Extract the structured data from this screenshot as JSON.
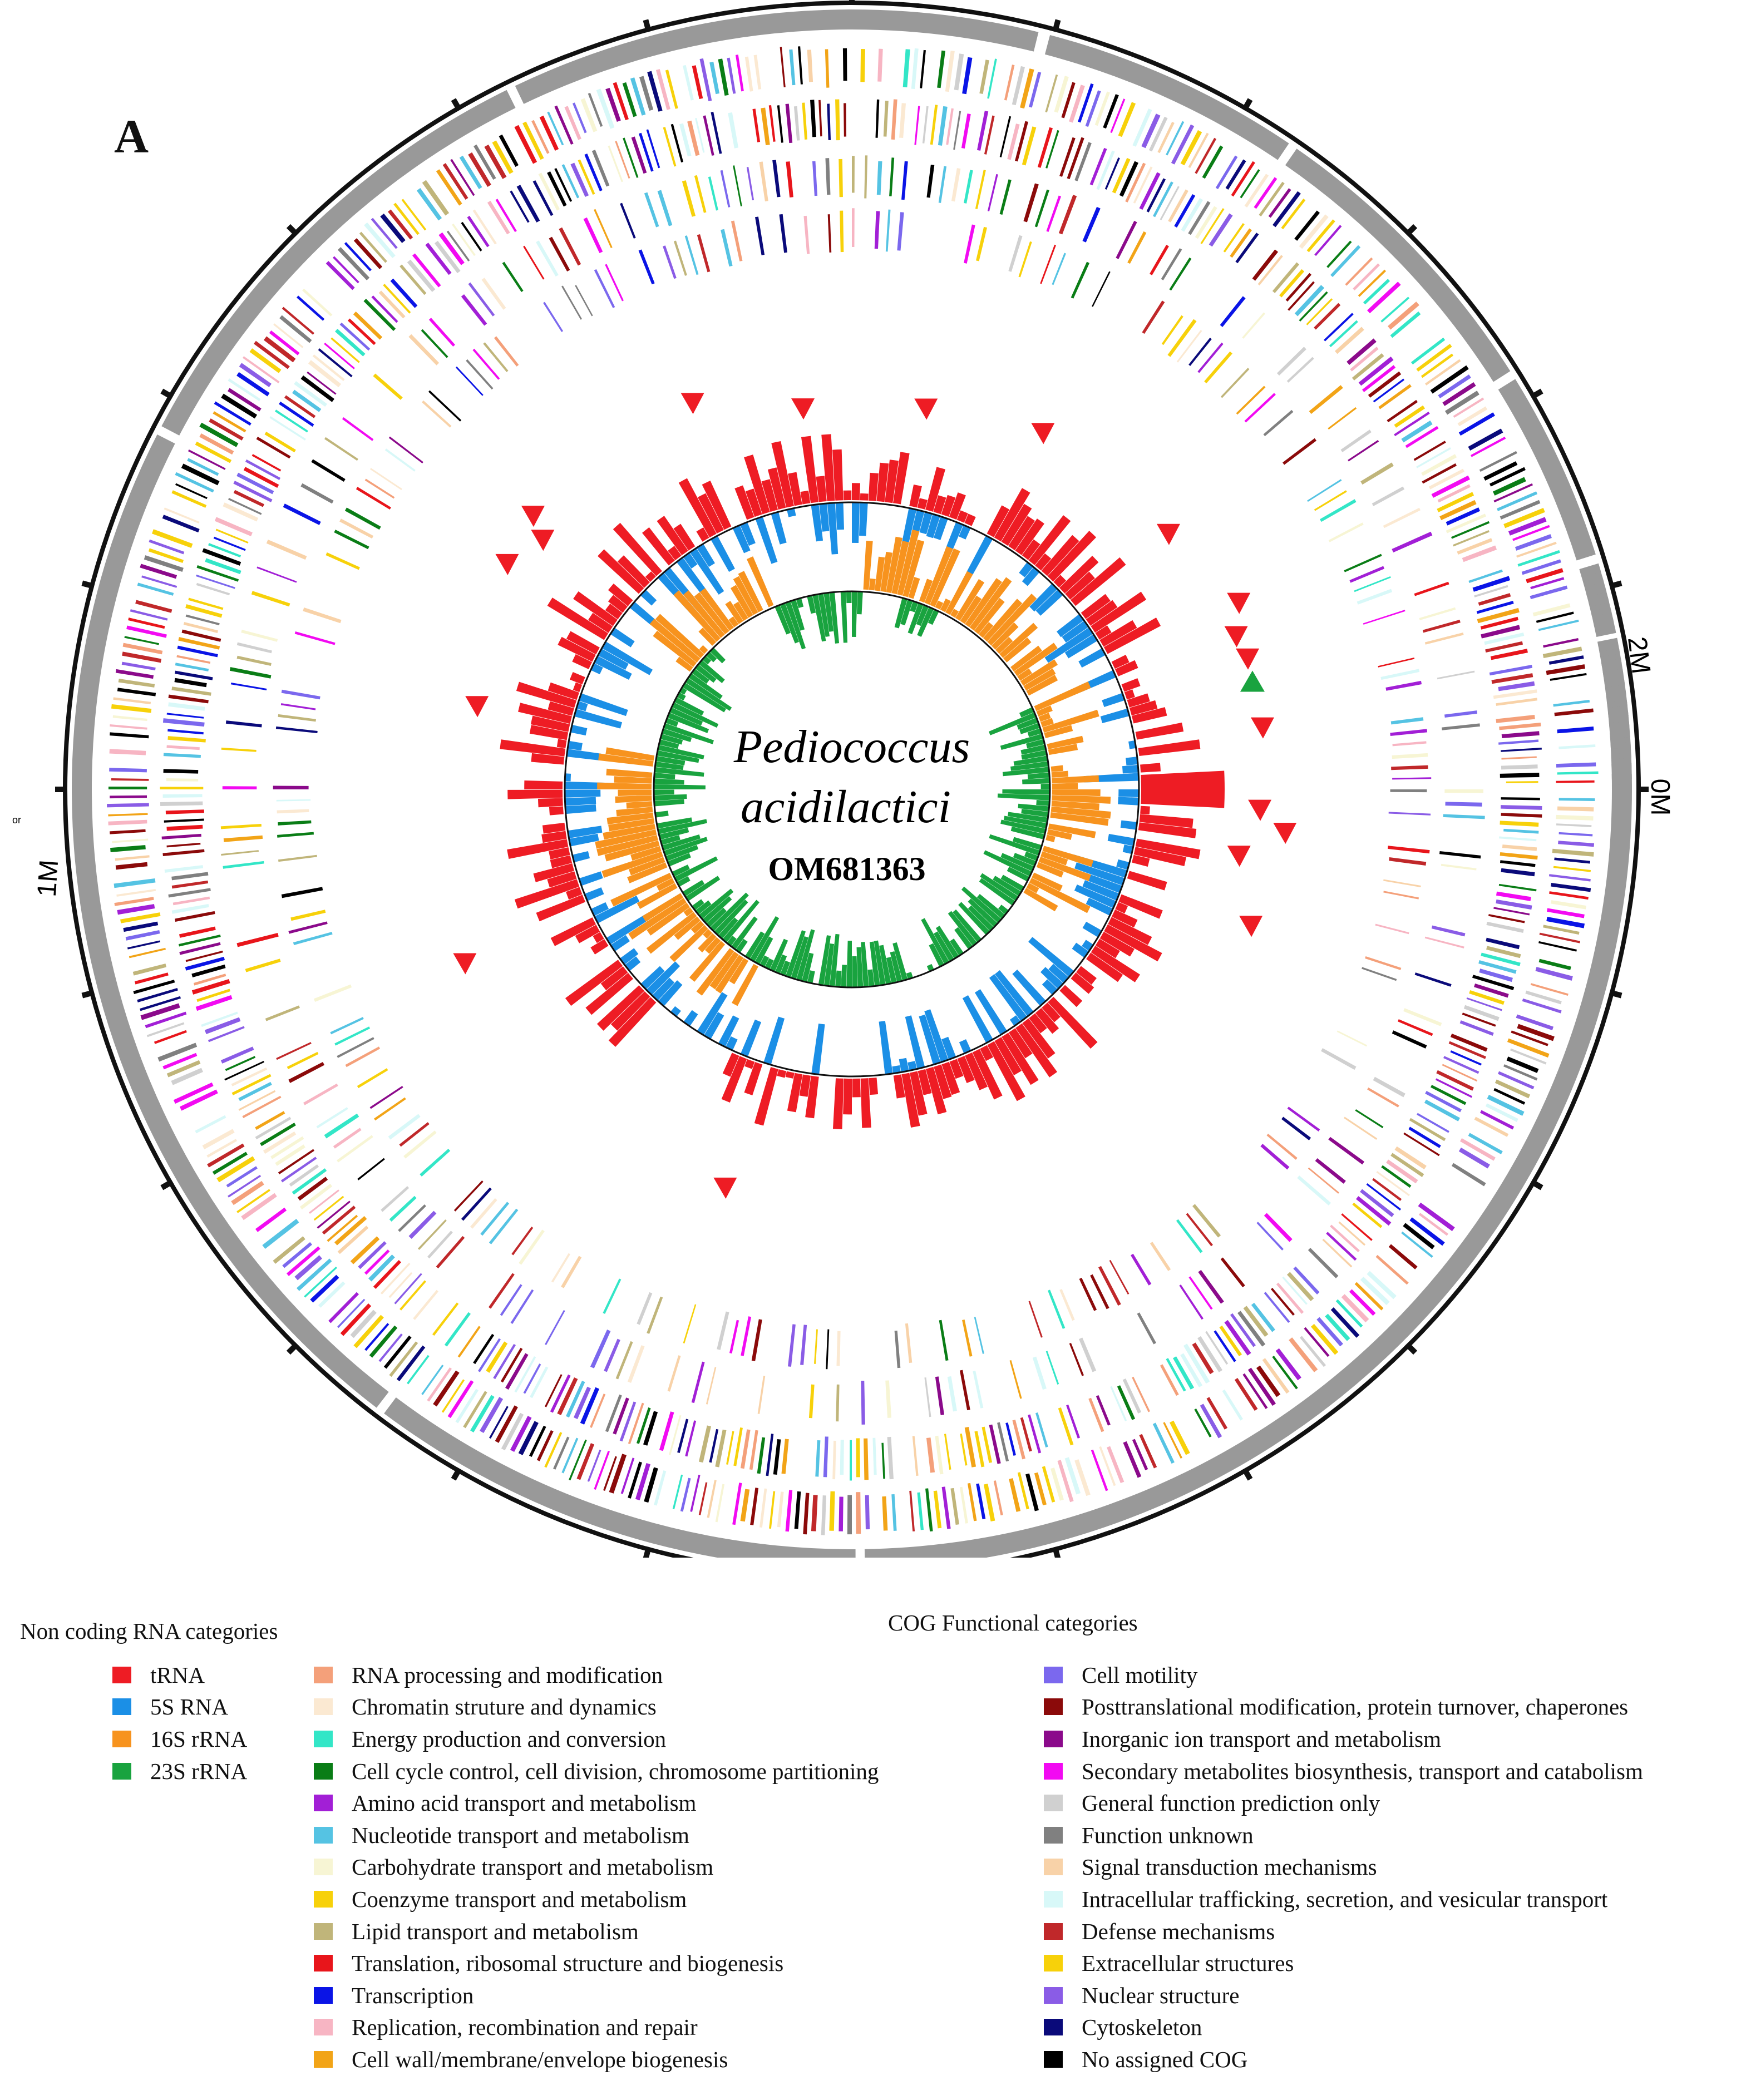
{
  "panel_label": "A",
  "organism": {
    "name_line1": "Pediococcus",
    "name_line2": "acidilactici",
    "strain": "OM681363"
  },
  "scale_labels": {
    "start": "0M",
    "mark_1": "1M",
    "mark_2": "2M",
    "origin": "or"
  },
  "colors": {
    "tRNA": "#ee1c24",
    "5S_RNA": "#1b8fe6",
    "16S_rRNA": "#f7931e",
    "23S_rRNA": "#19a33f",
    "backbone_ring": "#999999",
    "outer_ring": "#111111"
  },
  "legend_ncrna": {
    "title": "Non coding RNA categories",
    "items": [
      {
        "label": "tRNA",
        "color": "#ee1c24"
      },
      {
        "label": "5S RNA",
        "color": "#1b8fe6"
      },
      {
        "label": "16S rRNA",
        "color": "#f7931e"
      },
      {
        "label": "23S rRNA",
        "color": "#19a33f"
      }
    ]
  },
  "legend_cog": {
    "title": "COG Functional categories",
    "column1": [
      {
        "label": "RNA processing and modification",
        "color": "#f4a07a"
      },
      {
        "label": "Chromatin struture and dynamics",
        "color": "#fbe9d2"
      },
      {
        "label": "Energy production and conversion",
        "color": "#33e6c7"
      },
      {
        "label": "Cell cycle control, cell division, chromosome partitioning",
        "color": "#0a7d16"
      },
      {
        "label": "Amino acid transport and metabolism",
        "color": "#a21fd6"
      },
      {
        "label": "Nucleotide transport and metabolism",
        "color": "#55c3e3"
      },
      {
        "label": "Carbohydrate transport and metabolism",
        "color": "#f7f5d4"
      },
      {
        "label": "Coenzyme transport and metabolism",
        "color": "#f7d10a"
      },
      {
        "label": "Lipid transport and metabolism",
        "color": "#c0b57a"
      },
      {
        "label": "Translation, ribosomal structure and biogenesis",
        "color": "#e8151b"
      },
      {
        "label": "Transcription",
        "color": "#0a14e6"
      },
      {
        "label": "Replication, recombination and repair",
        "color": "#f7b5c3"
      },
      {
        "label": "Cell wall/membrane/envelope biogenesis",
        "color": "#f2a417"
      }
    ],
    "column2": [
      {
        "label": "Cell motility",
        "color": "#7b68ee"
      },
      {
        "label": "Posttranslational modification, protein turnover, chaperones",
        "color": "#8b0a0a"
      },
      {
        "label": "Inorganic ion transport and metabolism",
        "color": "#8b0a8b"
      },
      {
        "label": "Secondary metabolites biosynthesis, transport and catabolism",
        "color": "#f20af2"
      },
      {
        "label": "General function prediction only",
        "color": "#d0d0d0"
      },
      {
        "label": "Function unknown",
        "color": "#808080"
      },
      {
        "label": "Signal transduction mechanisms",
        "color": "#f8d2a8"
      },
      {
        "label": "Intracellular trafficking, secretion, and vesicular transport",
        "color": "#d8f8f8"
      },
      {
        "label": "Defense mechanisms",
        "color": "#c0282a"
      },
      {
        "label": "Extracellular structures",
        "color": "#f7d10a"
      },
      {
        "label": "Nuclear structure",
        "color": "#8a5ce6"
      },
      {
        "label": "Cytoskeleton",
        "color": "#0a0a7a"
      },
      {
        "label": "No assigned COG",
        "color": "#000000"
      }
    ]
  }
}
